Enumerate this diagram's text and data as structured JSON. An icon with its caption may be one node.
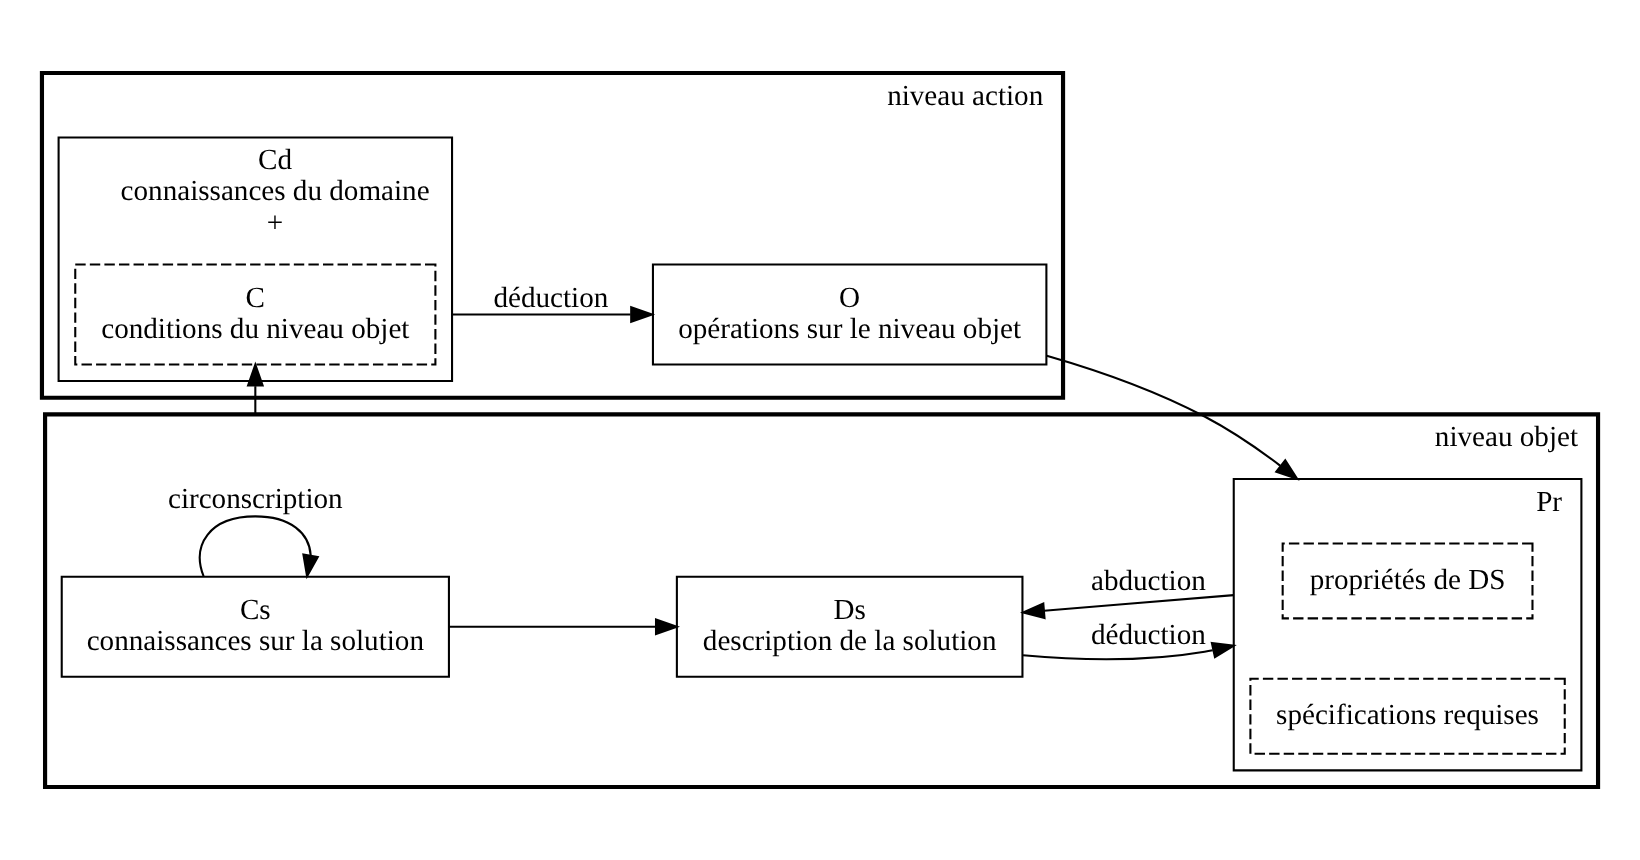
{
  "diagram": {
    "nodes": [
      {
        "text": [
          "niveau action"
        ]
      },
      {
        "text": [
          "Cd",
          "connaissances du domaine",
          "+"
        ],
        "in": 0
      },
      {
        "text": [
          "C",
          "conditions du niveau objet"
        ],
        "in": 1
      },
      {
        "text": [
          "O",
          "opérations sur le niveau objet"
        ],
        "in": 0
      },
      {
        "text": [
          "niveau objet"
        ]
      },
      {
        "text": [
          "Cs",
          "connaissances sur la solution"
        ],
        "in": 4
      },
      {
        "text": [
          "Ds",
          "description de la solution"
        ],
        "in": 4
      },
      {
        "text": [
          "Pr"
        ],
        "in": 4
      },
      {
        "text": [
          "propriétés de DS"
        ],
        "in": 7
      },
      {
        "text": [
          "spécifications requises"
        ],
        "in": 7
      }
    ],
    "edges": [
      {
        "from": 1,
        "to": 3,
        "arrow": "to",
        "label": "déduction"
      },
      {
        "from": 3,
        "to": 7,
        "arrow": "to"
      },
      {
        "from": 4,
        "to": 2,
        "arrow": "to"
      },
      {
        "from": 5,
        "to": 6,
        "arrow": "to"
      },
      {
        "from": 6,
        "to": 7,
        "arrow": "to",
        "label": "déduction"
      },
      {
        "from": 7,
        "to": 6,
        "arrow": "to",
        "label": "abduction"
      },
      {
        "from": 5,
        "to": 5,
        "arrow": "to",
        "label": "circonscription"
      }
    ]
  }
}
